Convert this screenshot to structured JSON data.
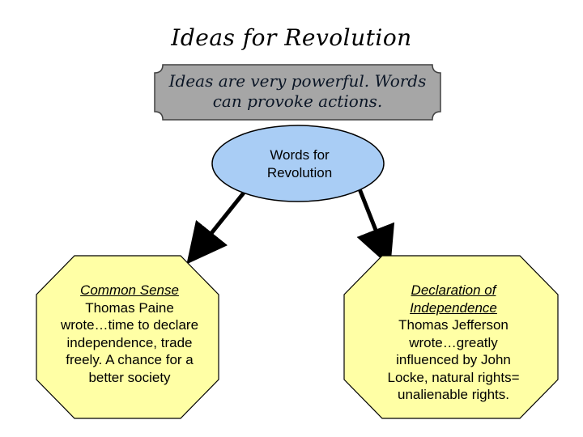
{
  "title": "Ideas for Revolution",
  "banner": {
    "line1": "Ideas are very powerful.  Words",
    "line2": "can provoke actions."
  },
  "center_node": {
    "line1": "Words for",
    "line2": "Revolution"
  },
  "left_node": {
    "heading": "Common Sense",
    "lines": [
      "Thomas Paine",
      "wrote…time to declare",
      "independence, trade",
      "freely.  A chance for a",
      "better society"
    ]
  },
  "right_node": {
    "heading_line1": "Declaration of",
    "heading_line2": "Independence",
    "lines": [
      "Thomas Jefferson",
      "wrote…greatly",
      "influenced by John",
      "Locke, natural rights=",
      "unalienable rights."
    ]
  },
  "colors": {
    "banner_fill": "#a6a6a6",
    "oval_fill": "#a9cdf5",
    "octagon_fill": "#ffffa5",
    "arrow": "#000000"
  }
}
